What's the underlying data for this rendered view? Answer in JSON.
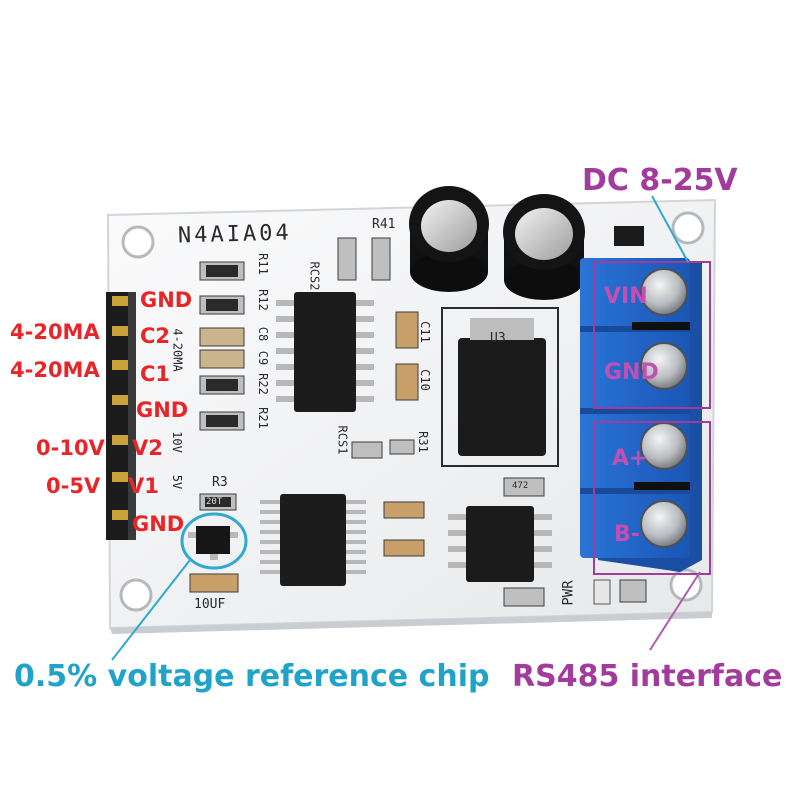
{
  "board": {
    "model": "N4AIA04",
    "silk": {
      "r41": "R41",
      "r3": "R3",
      "r31": "R31",
      "rcs1": "RCS1",
      "rcs2": "RCS2",
      "u3": "U3",
      "pwr": "PWR",
      "cap_10uf": "10UF",
      "mark_20t": "20T",
      "mark_472": "472",
      "r11": "R11",
      "r12": "R12",
      "c8": "C8",
      "c9": "C9",
      "r22": "R22",
      "r21": "R21",
      "c11": "C11",
      "c10": "C10",
      "range_4_20ma": "4-20MA",
      "range_10v": "10V",
      "range_5v": "5V"
    }
  },
  "pin_labels": {
    "gnd_1": "GND",
    "c2_range": "4-20MA",
    "c2": "C2",
    "c1_range": "4-20MA",
    "c1": "C1",
    "gnd_2": "GND",
    "v2_range": "0-10V",
    "v2": "V2",
    "v1_range": "0-5V",
    "v1": "V1",
    "gnd_3": "GND"
  },
  "terminal_labels": {
    "vin": "VIN",
    "gnd": "GND",
    "a_plus": "A+",
    "b_minus": "B-"
  },
  "callouts": {
    "power": "DC 8-25V",
    "rs485": "RS485 interface",
    "vref": "0.5% voltage reference chip"
  },
  "colors": {
    "pcb": "#f4f5f6",
    "pin_label": "#e8262a",
    "purple": "#a23c9c",
    "cyan": "#1fa3c8",
    "terminal": "#1f63c9"
  }
}
